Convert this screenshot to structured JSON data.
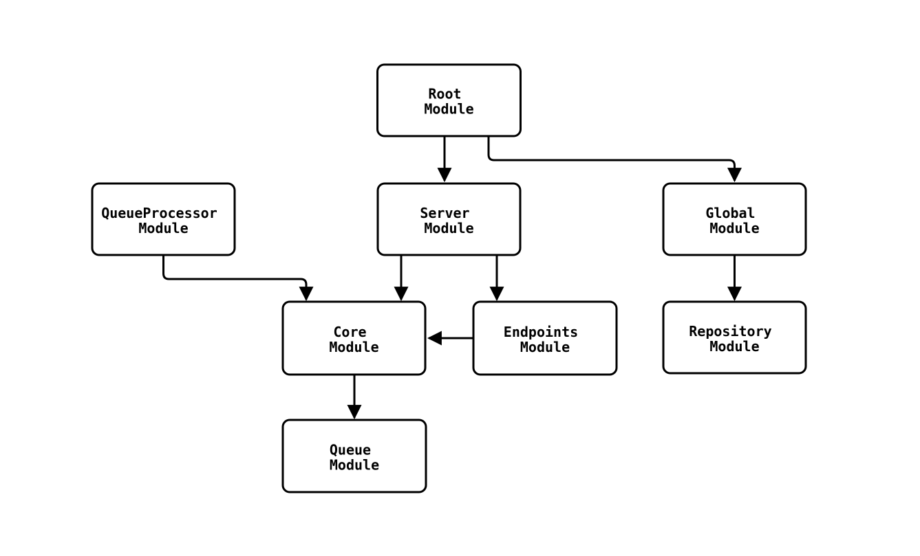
{
  "diagram": {
    "type": "module-dependency-flowchart",
    "background_color": "#ffffff",
    "node_fill_color": "#ffffff",
    "node_border_color": "#000000",
    "edge_color": "#000000",
    "text_color": "#000000",
    "nodes": {
      "root": {
        "line1": "Root",
        "line2": "Module"
      },
      "queueprocessor": {
        "line1": "QueueProcessor",
        "line2": "Module"
      },
      "server": {
        "line1": "Server",
        "line2": "Module"
      },
      "global": {
        "line1": "Global",
        "line2": "Module"
      },
      "core": {
        "line1": "Core",
        "line2": "Module"
      },
      "endpoints": {
        "line1": "Endpoints",
        "line2": "Module"
      },
      "repository": {
        "line1": "Repository",
        "line2": "Module"
      },
      "queue": {
        "line1": "Queue",
        "line2": "Module"
      }
    },
    "edges": [
      {
        "from": "Root Module",
        "to": "Server Module"
      },
      {
        "from": "Root Module",
        "to": "Global Module"
      },
      {
        "from": "QueueProcessor Module",
        "to": "Core Module"
      },
      {
        "from": "Server Module",
        "to": "Core Module"
      },
      {
        "from": "Server Module",
        "to": "Endpoints Module"
      },
      {
        "from": "Endpoints Module",
        "to": "Core Module"
      },
      {
        "from": "Global Module",
        "to": "Repository Module"
      },
      {
        "from": "Core Module",
        "to": "Queue Module"
      }
    ]
  }
}
